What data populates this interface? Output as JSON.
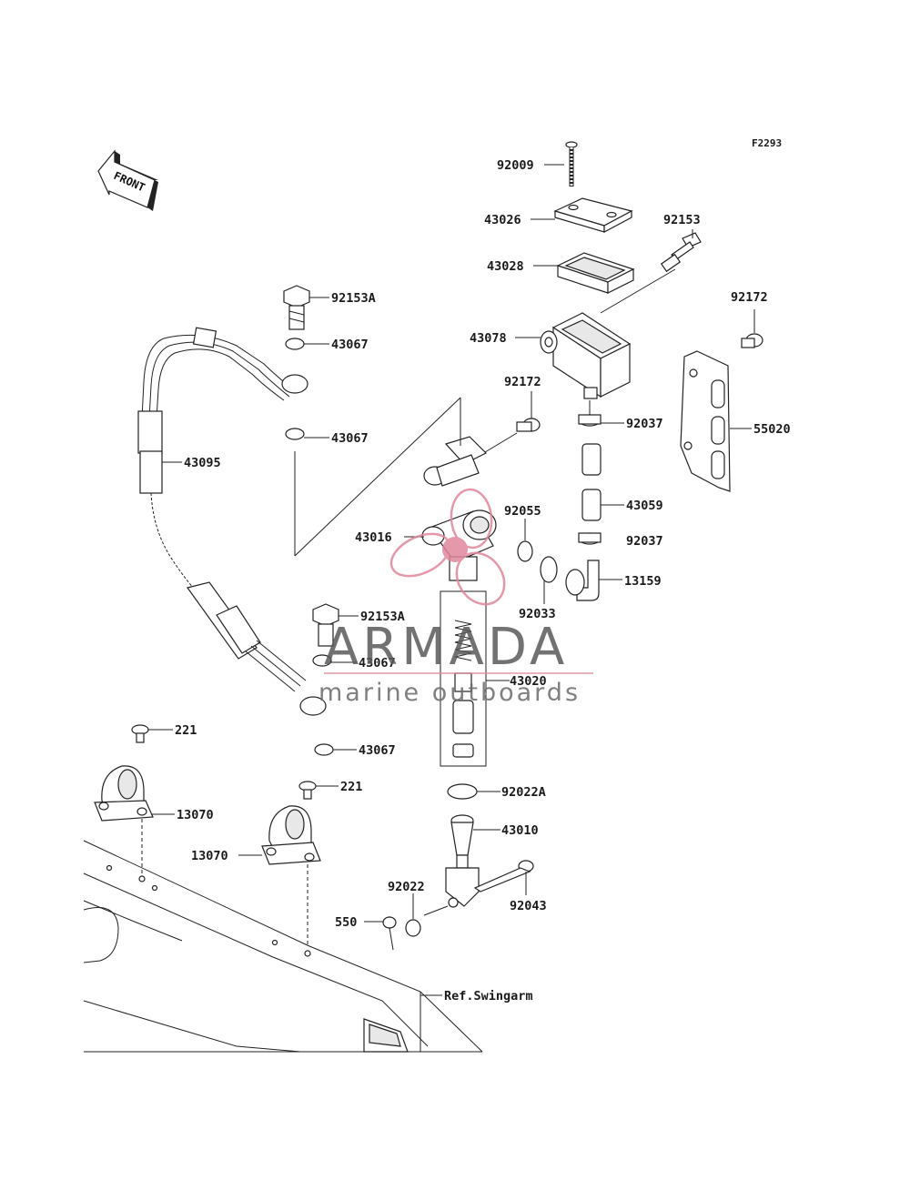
{
  "diagram": {
    "figure_code": "F2293",
    "front_label": "FRONT",
    "reference_label": "Ref.Swingarm",
    "parts": [
      {
        "id": "p-92009",
        "label": "92009"
      },
      {
        "id": "p-43026",
        "label": "43026"
      },
      {
        "id": "p-92153",
        "label": "92153"
      },
      {
        "id": "p-43028",
        "label": "43028"
      },
      {
        "id": "p-92172a",
        "label": "92172"
      },
      {
        "id": "p-43078",
        "label": "43078"
      },
      {
        "id": "p-55020",
        "label": "55020"
      },
      {
        "id": "p-92172b",
        "label": "92172"
      },
      {
        "id": "p-92037a",
        "label": "92037"
      },
      {
        "id": "p-43059",
        "label": "43059"
      },
      {
        "id": "p-92055",
        "label": "92055"
      },
      {
        "id": "p-92037b",
        "label": "92037"
      },
      {
        "id": "p-43016",
        "label": "43016"
      },
      {
        "id": "p-13159",
        "label": "13159"
      },
      {
        "id": "p-92033",
        "label": "92033"
      },
      {
        "id": "p-92153A-top",
        "label": "92153A"
      },
      {
        "id": "p-43067-1",
        "label": "43067"
      },
      {
        "id": "p-43067-2",
        "label": "43067"
      },
      {
        "id": "p-43095",
        "label": "43095"
      },
      {
        "id": "p-92153A-bot",
        "label": "92153A"
      },
      {
        "id": "p-43067-3",
        "label": "43067"
      },
      {
        "id": "p-43020",
        "label": "43020"
      },
      {
        "id": "p-43067-4",
        "label": "43067"
      },
      {
        "id": "p-221a",
        "label": "221"
      },
      {
        "id": "p-13070a",
        "label": "13070"
      },
      {
        "id": "p-221b",
        "label": "221"
      },
      {
        "id": "p-13070b",
        "label": "13070"
      },
      {
        "id": "p-92022A",
        "label": "92022A"
      },
      {
        "id": "p-43010",
        "label": "43010"
      },
      {
        "id": "p-92022",
        "label": "92022"
      },
      {
        "id": "p-92043",
        "label": "92043"
      },
      {
        "id": "p-550",
        "label": "550"
      }
    ]
  },
  "watermark": {
    "brand": "ARMADA",
    "tagline": "marine outboards",
    "accent_color": "#e0879c"
  }
}
